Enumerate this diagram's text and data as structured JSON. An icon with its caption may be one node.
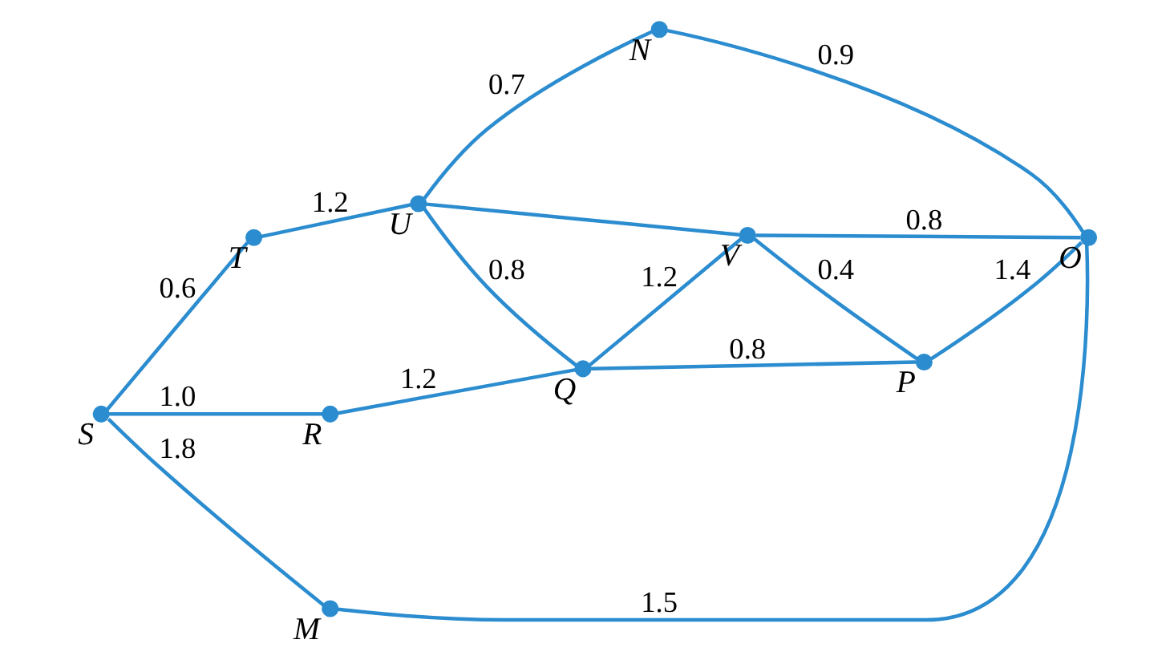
{
  "diagram": {
    "nodes": [
      {
        "text": [],
        "shape": "circle",
        "beside": [
          "S"
        ]
      },
      {
        "text": [],
        "shape": "circle",
        "beside": [
          "T"
        ]
      },
      {
        "text": [],
        "shape": "circle",
        "beside": [
          "M"
        ]
      },
      {
        "text": [],
        "shape": "circle",
        "beside": [
          "N"
        ]
      },
      {
        "text": [],
        "shape": "circle",
        "beside": [
          "R"
        ]
      },
      {
        "text": [],
        "shape": "circle",
        "beside": [
          "U"
        ]
      },
      {
        "text": [],
        "shape": "circle",
        "beside": [
          "O"
        ]
      },
      {
        "text": [],
        "shape": "circle",
        "beside": [
          "V"
        ]
      },
      {
        "text": [],
        "shape": "circle",
        "beside": [
          "Q"
        ]
      },
      {
        "text": [],
        "shape": "circle",
        "beside": [
          "P"
        ]
      }
    ],
    "edges": [
      {
        "from": 0,
        "to": 2,
        "arrow": "none",
        "label": "1.8"
      },
      {
        "from": 0,
        "to": 1,
        "arrow": "none",
        "label": "0.6"
      },
      {
        "from": 0,
        "to": 4,
        "arrow": "none",
        "label": "1.0"
      },
      {
        "from": 1,
        "to": 5,
        "arrow": "none",
        "label": "1.2"
      },
      {
        "from": 2,
        "to": 6,
        "arrow": "none",
        "label": "1.5"
      },
      {
        "from": 3,
        "to": 6,
        "arrow": "none",
        "label": "0.9"
      },
      {
        "from": 5,
        "to": 3,
        "arrow": "none",
        "label": "0.7"
      },
      {
        "from": 5,
        "to": 7,
        "arrow": "none"
      },
      {
        "from": 7,
        "to": 6,
        "arrow": "none",
        "label": "0.8"
      },
      {
        "from": 5,
        "to": 8,
        "arrow": "none",
        "label": "0.8"
      },
      {
        "from": 4,
        "to": 8,
        "arrow": "none",
        "label": "1.2"
      },
      {
        "from": 8,
        "to": 7,
        "arrow": "none",
        "label": "1.2"
      },
      {
        "from": 7,
        "to": 9,
        "arrow": "none",
        "label": "0.4"
      },
      {
        "from": 8,
        "to": 9,
        "arrow": "none",
        "label": "0.8"
      },
      {
        "from": 9,
        "to": 6,
        "arrow": "none",
        "label": "1.4"
      }
    ]
  }
}
